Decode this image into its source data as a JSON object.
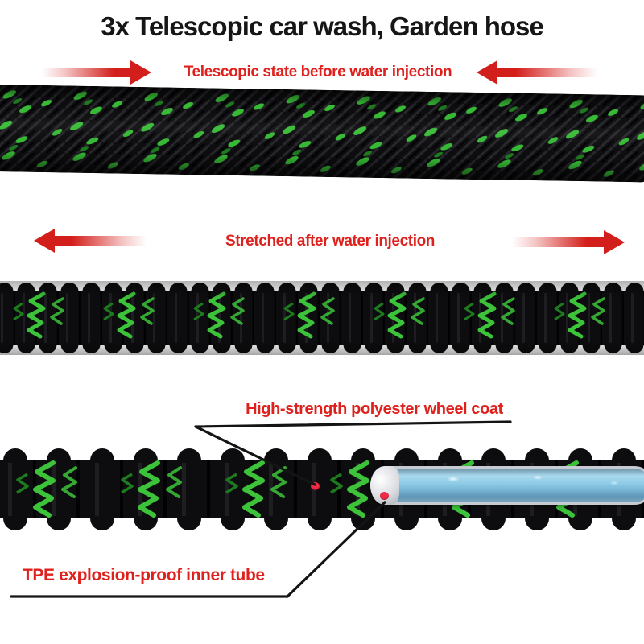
{
  "title": "3x Telescopic car wash, Garden hose",
  "annotations": {
    "before": "Telescopic state before water injection",
    "after": "Stretched after water injection",
    "outer": "High-strength polyester wheel coat",
    "inner": "TPE explosion-proof inner tube"
  },
  "hoses": {
    "compressed": "braided black hose with green flecks (telescopic state)",
    "stretched": "corrugated black hose with green zigzag weave (stretched state)",
    "cutaway": "corrugated outer coat with exposed blue inner tube"
  },
  "colors": {
    "annotation_red": "#df211d",
    "arrow_red": "#d31f1b",
    "hose_black": "#0d0d0f",
    "hose_green": "#3cc33a",
    "tube_blue": "#8ccbe6",
    "marker_red": "#ee2b44"
  }
}
